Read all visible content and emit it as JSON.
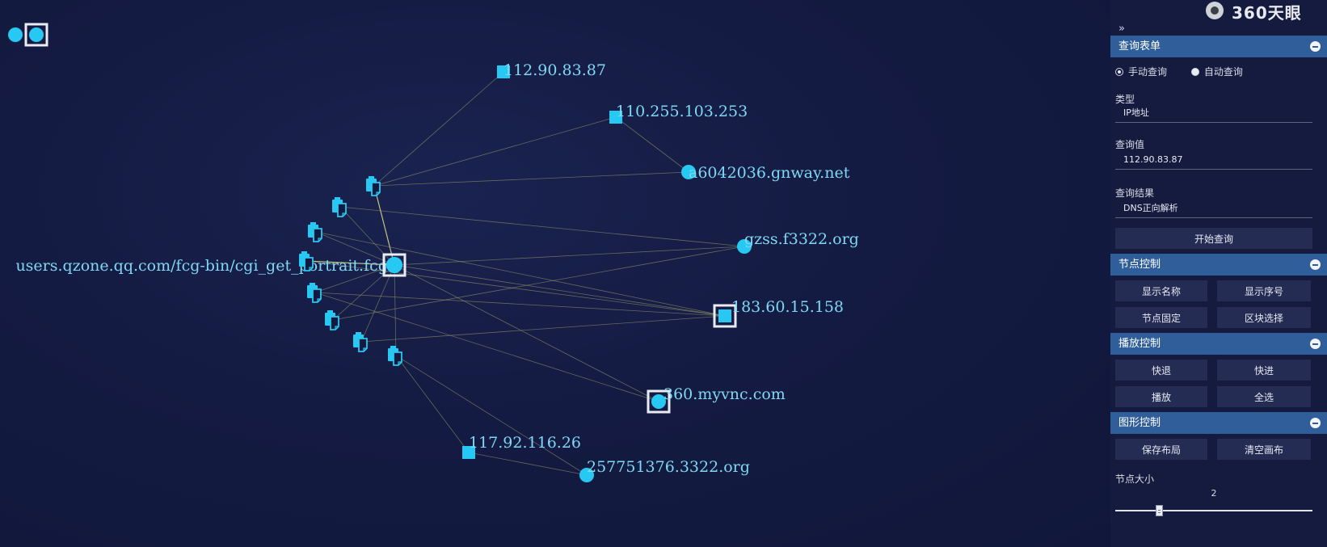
{
  "brand": {
    "text": "360天眼",
    "icon": "360-logo-icon"
  },
  "graph": {
    "nodes": [
      {
        "id": "n0",
        "shape": "circle",
        "label": ""
      },
      {
        "id": "n1",
        "shape": "circle",
        "label": "",
        "selected": true
      },
      {
        "id": "ip1",
        "shape": "square",
        "label": "112.90.83.87"
      },
      {
        "id": "ip2",
        "shape": "square",
        "label": "110.255.103.253"
      },
      {
        "id": "d1",
        "shape": "circle",
        "label": "a6042036.gnway.net"
      },
      {
        "id": "d2",
        "shape": "circle",
        "label": "gzss.f3322.org"
      },
      {
        "id": "ip3",
        "shape": "square",
        "label": "183.60.15.158",
        "selected": true
      },
      {
        "id": "d3",
        "shape": "circle",
        "label": "360.myvnc.com",
        "selected": true
      },
      {
        "id": "ip4",
        "shape": "square",
        "label": "117.92.116.26"
      },
      {
        "id": "d4",
        "shape": "circle",
        "label": "257751376.3322.org"
      },
      {
        "id": "hub",
        "shape": "circle",
        "label": "users.qzone.qq.com/fcg-bin/cgi_get_portrait.fcgi",
        "selected": true
      },
      {
        "id": "f1",
        "shape": "file",
        "label": ""
      },
      {
        "id": "f2",
        "shape": "file",
        "label": ""
      },
      {
        "id": "f3",
        "shape": "file",
        "label": ""
      },
      {
        "id": "f4",
        "shape": "file",
        "label": ""
      },
      {
        "id": "f5",
        "shape": "file",
        "label": ""
      },
      {
        "id": "f6",
        "shape": "file",
        "label": ""
      },
      {
        "id": "f7",
        "shape": "file",
        "label": ""
      },
      {
        "id": "f8",
        "shape": "file",
        "label": ""
      }
    ],
    "edges": [
      [
        "f1",
        "ip1"
      ],
      [
        "f1",
        "ip2"
      ],
      [
        "f1",
        "d1"
      ],
      [
        "f1",
        "hub"
      ],
      [
        "f2",
        "d2"
      ],
      [
        "f2",
        "hub"
      ],
      [
        "f3",
        "ip3"
      ],
      [
        "f3",
        "hub"
      ],
      [
        "f4",
        "hub"
      ],
      [
        "f4",
        "ip3"
      ],
      [
        "f5",
        "d3"
      ],
      [
        "f5",
        "ip3"
      ],
      [
        "f5",
        "hub"
      ],
      [
        "f6",
        "d2"
      ],
      [
        "f6",
        "hub"
      ],
      [
        "f7",
        "ip3"
      ],
      [
        "f7",
        "hub"
      ],
      [
        "f8",
        "ip4"
      ],
      [
        "f8",
        "d4"
      ],
      [
        "f8",
        "hub"
      ],
      [
        "hub",
        "ip3"
      ],
      [
        "hub",
        "d3"
      ],
      [
        "hub",
        "d2"
      ],
      [
        "ip2",
        "d1"
      ],
      [
        "ip4",
        "d4"
      ]
    ],
    "colors": {
      "node": "#27c8f2",
      "label": "#7fd8f4",
      "edge": "#9a9c6a",
      "edge_hi": "#d7d585",
      "frame": "#e9ecf3"
    }
  },
  "panel": {
    "collapse_icon": "double-chevron-right-icon",
    "query": {
      "header": "查询表单",
      "mode_manual": "手动查询",
      "mode_auto": "自动查询",
      "type_label": "类型",
      "type_value": "IP地址",
      "value_label": "查询值",
      "value_value": "112.90.83.87",
      "result_label": "查询结果",
      "result_value": "DNS正向解析",
      "start_button": "开始查询"
    },
    "node_control": {
      "header": "节点控制",
      "show_name": "显示名称",
      "show_index": "显示序号",
      "fix_node": "节点固定",
      "block_select": "区块选择"
    },
    "playback": {
      "header": "播放控制",
      "rewind": "快退",
      "forward": "快进",
      "play": "播放",
      "select_all": "全选"
    },
    "graphics": {
      "header": "图形控制",
      "save_layout": "保存布局",
      "clear_canvas": "清空画布",
      "node_size_label": "节点大小",
      "node_size_value": "2",
      "node_size_fraction": 0.22
    }
  }
}
